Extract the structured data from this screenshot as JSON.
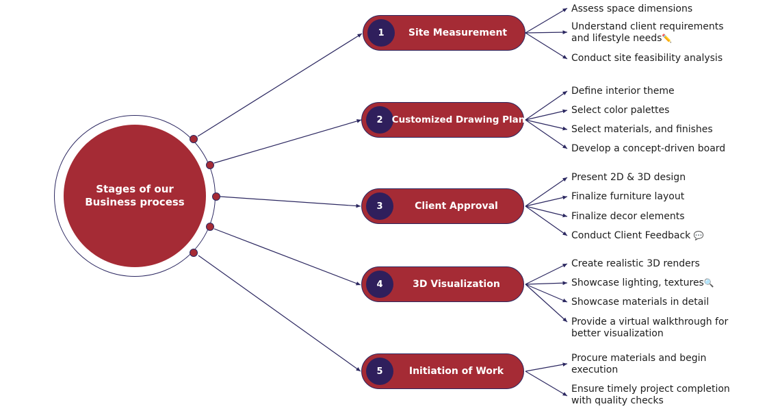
{
  "center": {
    "title": "Stages of our\nBusiness process"
  },
  "stages": [
    {
      "number": "1",
      "title": "Site Measurement",
      "details": [
        "Assess space dimensions",
        "Understand client requirements and lifestyle needs",
        "Conduct site feasibility analysis"
      ]
    },
    {
      "number": "2",
      "title": "Customized Drawing Plan",
      "details": [
        "Define interior theme",
        "Select color palettes",
        "Select materials, and finishes",
        "Develop a concept-driven board"
      ]
    },
    {
      "number": "3",
      "title": "Client Approval",
      "details": [
        "Present 2D & 3D design",
        "Finalize furniture layout",
        "Finalize decor elements",
        "Conduct Client Feedback"
      ]
    },
    {
      "number": "4",
      "title": "3D Visualization",
      "details": [
        "Create realistic 3D renders",
        "Showcase lighting, textures",
        "Showcase materials in detail",
        "Provide a virtual walkthrough for better visualization"
      ]
    },
    {
      "number": "5",
      "title": "Initiation of Work",
      "details": [
        "Procure materials and begin execution",
        "Ensure timely project completion with quality checks"
      ]
    }
  ],
  "icons": {
    "pencil": "pencil-emoji-icon",
    "speech": "speech-bubble-icon",
    "magnifier": "magnifier-icon"
  },
  "colors": {
    "primary": "#a52b35",
    "number_circle": "#2f1f5c",
    "line": "#2b2760"
  }
}
